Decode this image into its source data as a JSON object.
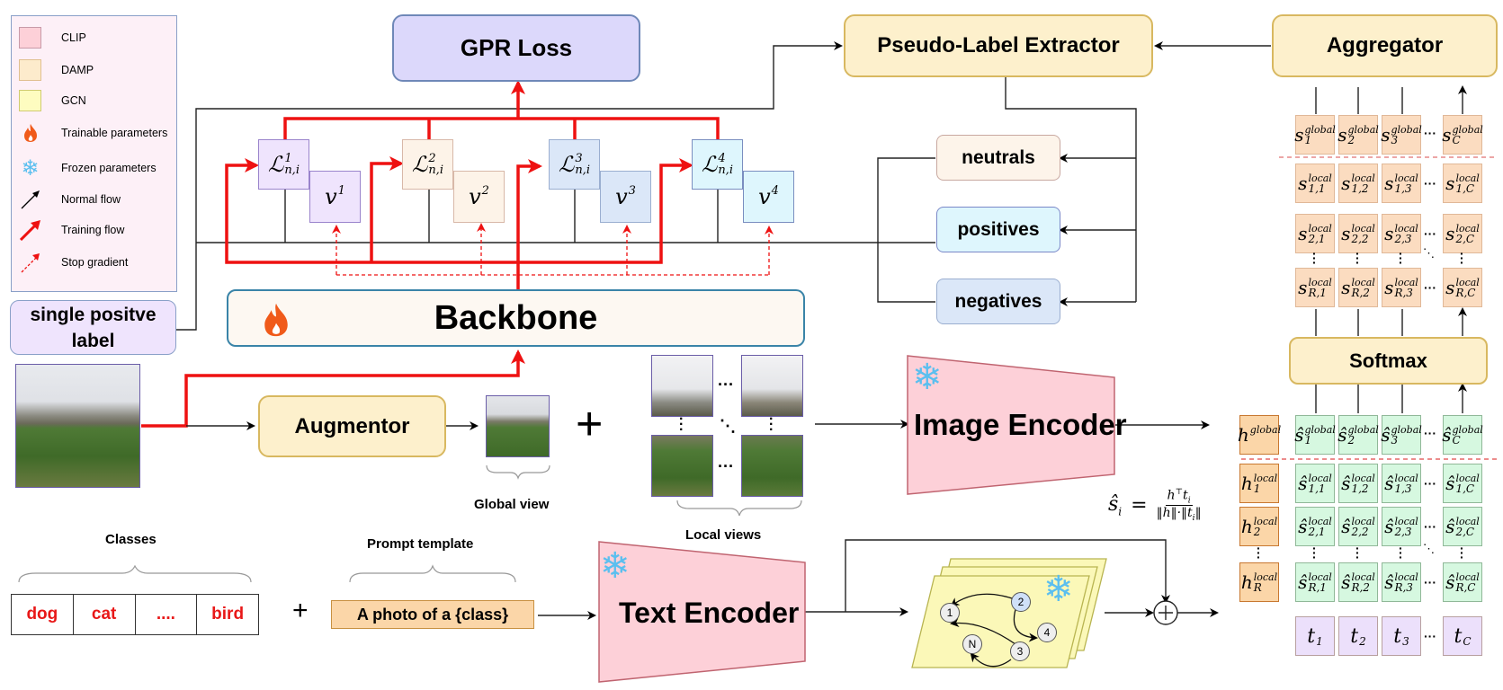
{
  "legend": {
    "items": [
      {
        "label": "CLIP",
        "kind": "swatch",
        "color": "#fdd0d8",
        "border": "#c89aa8"
      },
      {
        "label": "DAMP",
        "kind": "swatch",
        "color": "#fdebcc",
        "border": "#e0c090"
      },
      {
        "label": "GCN",
        "kind": "swatch",
        "color": "#fefcc0",
        "border": "#d0cc70"
      },
      {
        "label": "Trainable parameters",
        "kind": "flame-icon"
      },
      {
        "label": "Frozen parameters",
        "kind": "snowflake-icon"
      },
      {
        "label": "Normal flow",
        "kind": "black-arrow-icon"
      },
      {
        "label": "Training flow",
        "kind": "red-arrow-icon"
      },
      {
        "label": "Stop gradient",
        "kind": "dashed-arrow-icon"
      }
    ]
  },
  "boxes": {
    "gpr_loss": "GPR Loss",
    "pseudo_label_extractor": "Pseudo-Label Extractor",
    "aggregator": "Aggregator",
    "neutrals": "neutrals",
    "positives": "positives",
    "negatives": "negatives",
    "single_positive_label": "single positve label",
    "backbone": "Backbone",
    "augmentor": "Augmentor",
    "softmax": "Softmax",
    "image_encoder": "Image Encoder",
    "text_encoder": "Text Encoder",
    "prompt": "A photo of a {class}"
  },
  "losses": [
    {
      "base": "ℒ",
      "sup": "1",
      "sub": "n,i",
      "v": "v",
      "vsup": "1",
      "color": "#efe4fd",
      "border": "#9a84cc"
    },
    {
      "base": "ℒ",
      "sup": "2",
      "sub": "n,i",
      "v": "v",
      "vsup": "2",
      "color": "#fdf3e8",
      "border": "#d8b8a8"
    },
    {
      "base": "ℒ",
      "sup": "3",
      "sub": "n,i",
      "v": "v",
      "vsup": "3",
      "color": "#dbe7f8",
      "border": "#9aaed0"
    },
    {
      "base": "ℒ",
      "sup": "4",
      "sub": "n,i",
      "v": "v",
      "vsup": "4",
      "color": "#def6fd",
      "border": "#7a8ec0"
    }
  ],
  "labels": {
    "global_view": "Global view",
    "local_views": "Local views",
    "classes": "Classes",
    "prompt_template": "Prompt template",
    "ellipsis": "···",
    "plus": "+",
    "formula_lhs": "ŝ",
    "formula_lhs_sub": "i",
    "formula_eq": "=",
    "formula_num": "h",
    "formula_num_sup": "⊤",
    "formula_num_t": "t",
    "formula_num_sub": "i",
    "formula_den": "‖h‖·‖t",
    "formula_den_sub": "i",
    "formula_den_end": "‖"
  },
  "classes": [
    "dog",
    "cat",
    "....",
    "bird"
  ],
  "gcn_nodes": [
    "1",
    "2",
    "3",
    "4",
    "N"
  ],
  "score_matrix_top": {
    "cols": [
      "1",
      "2",
      "3",
      "C"
    ],
    "global_row": {
      "base": "s",
      "sup": "global"
    },
    "local_rows": [
      {
        "base": "s",
        "sup": "local",
        "row": "1"
      },
      {
        "base": "s",
        "sup": "local",
        "row": "2"
      },
      {
        "base": "s",
        "sup": "local",
        "row": "R"
      }
    ]
  },
  "score_matrix_bottom": {
    "cols": [
      "1",
      "2",
      "3",
      "C"
    ],
    "global_row": {
      "base": "ŝ",
      "sup": "global"
    },
    "local_rows": [
      {
        "base": "ŝ",
        "sup": "local",
        "row": "1"
      },
      {
        "base": "ŝ",
        "sup": "local",
        "row": "2"
      },
      {
        "base": "ŝ",
        "sup": "local",
        "row": "R"
      }
    ],
    "h_global": {
      "base": "h",
      "sup": "global"
    },
    "h_local": [
      {
        "base": "h",
        "sup": "local",
        "sub": "1"
      },
      {
        "base": "h",
        "sup": "local",
        "sub": "2"
      },
      {
        "base": "h",
        "sup": "local",
        "sub": "R"
      }
    ],
    "t_row": [
      {
        "base": "t",
        "sub": "1"
      },
      {
        "base": "t",
        "sub": "2"
      },
      {
        "base": "t",
        "sub": "3"
      },
      {
        "base": "t",
        "sub": "C"
      }
    ]
  },
  "colors": {
    "training_red": "#ee1111",
    "clip_pink": "#fdd0d8",
    "damp_yellow": "#fdf0cc",
    "gcn_yellow": "#fbf8b8",
    "score_orange": "#fbdcc0",
    "score_green": "#d6f8e0",
    "t_purple": "#ece0fb",
    "h_orange": "#fbd6a8",
    "gpr_purple": "#dcd8fb",
    "snowflake_blue": "#5bbfef",
    "flame_orange": "#f05a1a"
  }
}
